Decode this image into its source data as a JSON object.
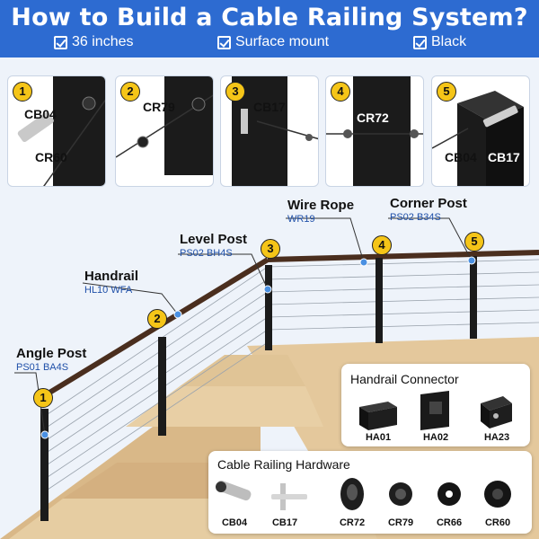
{
  "header": {
    "title": "How to Build a Cable Railing System?",
    "features": [
      "36 inches",
      "Surface mount",
      "Black"
    ]
  },
  "steps": [
    {
      "num": "1",
      "labels": [
        "CB04",
        "CR60"
      ]
    },
    {
      "num": "2",
      "labels": [
        "CR79"
      ]
    },
    {
      "num": "3",
      "labels": [
        "CB17"
      ]
    },
    {
      "num": "4",
      "labels": [
        "CR72"
      ]
    },
    {
      "num": "5",
      "labels": [
        "CB04",
        "CB17"
      ]
    }
  ],
  "callouts": {
    "angle_post": {
      "title": "Angle Post",
      "code": "PS01 BA4S",
      "num": "1"
    },
    "handrail": {
      "title": "Handrail",
      "code": "HL10 WFA",
      "num": "2"
    },
    "level_post": {
      "title": "Level Post",
      "code": "PS02 BH4S",
      "num": "3"
    },
    "wire_rope": {
      "title": "Wire Rope",
      "code": "WR19",
      "num": "4"
    },
    "corner_post": {
      "title": "Corner Post",
      "code": "PS02 B34S",
      "num": "5"
    }
  },
  "handrail_connector": {
    "title": "Handrail Connector",
    "parts": [
      "HA01",
      "HA02",
      "HA23"
    ]
  },
  "hardware": {
    "title": "Cable Railing Hardware",
    "parts": [
      "CB04",
      "CB17",
      "CR72",
      "CR79",
      "CR66",
      "CR60"
    ]
  },
  "colors": {
    "brand": "#2d6bd1",
    "badge": "#f5c518",
    "callout_code": "#1e4fa8"
  }
}
